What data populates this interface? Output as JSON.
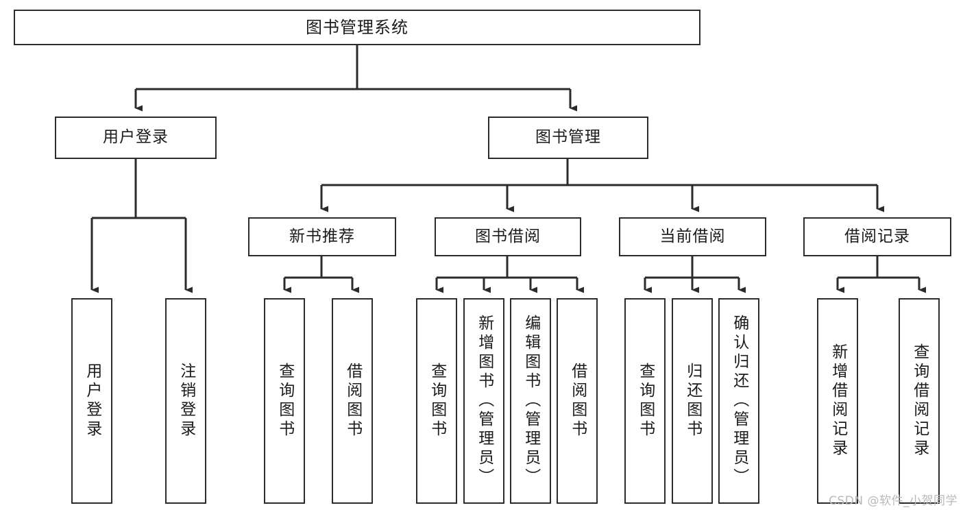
{
  "diagram": {
    "title": "图书管理系统",
    "type": "tree-hierarchy-diagram",
    "colors": {
      "stroke": "#2b2b2b",
      "fill": "#ffffff",
      "text": "#1b1b1b",
      "watermark": "#b9b9b9"
    },
    "root": {
      "label": "图书管理系统"
    },
    "level2": [
      {
        "label": "用户登录"
      },
      {
        "label": "图书管理"
      }
    ],
    "level3": [
      {
        "label": "新书推荐"
      },
      {
        "label": "图书借阅"
      },
      {
        "label": "当前借阅"
      },
      {
        "label": "借阅记录"
      }
    ],
    "leaves_user_login": [
      {
        "label": "用户登录"
      },
      {
        "label": "注销登录"
      }
    ],
    "leaves_new_books": [
      {
        "label": "查询图书"
      },
      {
        "label": "借阅图书"
      }
    ],
    "leaves_borrow": [
      {
        "label": "查询图书"
      },
      {
        "label": "新增图书（管理员）"
      },
      {
        "label": "编辑图书（管理员）"
      },
      {
        "label": "借阅图书"
      }
    ],
    "leaves_current": [
      {
        "label": "查询图书"
      },
      {
        "label": "归还图书"
      },
      {
        "label": "确认归还（管理员）"
      }
    ],
    "leaves_records": [
      {
        "label": "新增借阅记录"
      },
      {
        "label": "查询借阅记录"
      }
    ]
  },
  "watermark": {
    "text": "CSDN @软件_小贺同学"
  }
}
